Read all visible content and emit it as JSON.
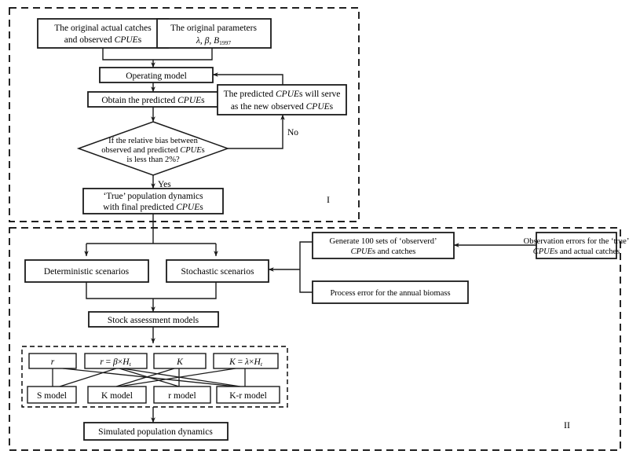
{
  "figure": {
    "type": "flowchart",
    "title": "",
    "regions": [
      {
        "id": "I",
        "label": "I"
      },
      {
        "id": "II",
        "label": "II"
      },
      {
        "id": "models-group",
        "label": ""
      }
    ]
  },
  "nodes": {
    "original_catches": {
      "shape": "rect",
      "line1": "The original actual catches",
      "line2_pre": "and observed ",
      "line2_ital": "CPUE",
      "line2_post": "s"
    },
    "original_parameters": {
      "shape": "rect",
      "line1": "The original parameters",
      "lambda": "λ",
      "comma1": ", ",
      "beta": "β",
      "comma2": ", ",
      "bsym": "B",
      "bsub": "1997"
    },
    "operating_model": {
      "shape": "rect",
      "label": "Operating model"
    },
    "obtain_predicted": {
      "shape": "rect",
      "pre": "Obtain the predicted ",
      "ital": "CPUE",
      "post": "s"
    },
    "predicted_serve": {
      "shape": "rect",
      "line1_pre": "The predicted ",
      "line1_ital": "CPUE",
      "line1_post": "s will serve",
      "line2_pre": "as the new observed ",
      "line2_ital": "CPUE",
      "line2_post": "s"
    },
    "decision_bias": {
      "shape": "diamond",
      "line1": "If the relative bias between",
      "line2_pre": "observed and predicted ",
      "line2_ital": "CPUE",
      "line2_post": "s",
      "line3": "is less than 2%?"
    },
    "true_population": {
      "shape": "rect",
      "line1": "‘True’ population dynamics",
      "line2_pre": "with final predicted ",
      "line2_ital": "CPUE",
      "line2_post": "s"
    },
    "deterministic": {
      "shape": "rect",
      "label": "Deterministic scenarios"
    },
    "stochastic": {
      "shape": "rect",
      "label": "Stochastic scenarios"
    },
    "generate_sets": {
      "shape": "rect",
      "line1": "Generate 100 sets of ‘observerd’",
      "line2_ital": "CPUE",
      "line2_post": "s and catches"
    },
    "observation_errors": {
      "shape": "rect",
      "line1": "Observation errors for the ‘true’",
      "line2_ital": "CPUE",
      "line2_post": "s and actual catches"
    },
    "process_error": {
      "shape": "rect",
      "label": "Process error for the annual biomass"
    },
    "stock_assessment": {
      "shape": "rect",
      "label": "Stock assessment models"
    },
    "param_r": {
      "shape": "rect",
      "ital": "r"
    },
    "param_r_eq": {
      "shape": "rect",
      "r": "r",
      "eq": " = ",
      "beta": "β",
      "times": "×",
      "h": "H",
      "hsub": "t"
    },
    "param_K": {
      "shape": "rect",
      "ital": "K"
    },
    "param_K_eq": {
      "shape": "rect",
      "k": "K",
      "eq": " = ",
      "lambda": "λ",
      "times": "×",
      "h": "H",
      "hsub": "t"
    },
    "model_S": {
      "shape": "rect",
      "label": "S model"
    },
    "model_K": {
      "shape": "rect",
      "label": "K model"
    },
    "model_r": {
      "shape": "rect",
      "label": "r model"
    },
    "model_Kr": {
      "shape": "rect",
      "label": "K-r model"
    },
    "simulated_population": {
      "shape": "rect",
      "label": "Simulated population dynamics"
    }
  },
  "edge_labels": {
    "yes": "Yes",
    "no": "No"
  },
  "colors": {
    "stroke": "#1a1a1a",
    "background": "#ffffff",
    "dashed": "#000000"
  }
}
